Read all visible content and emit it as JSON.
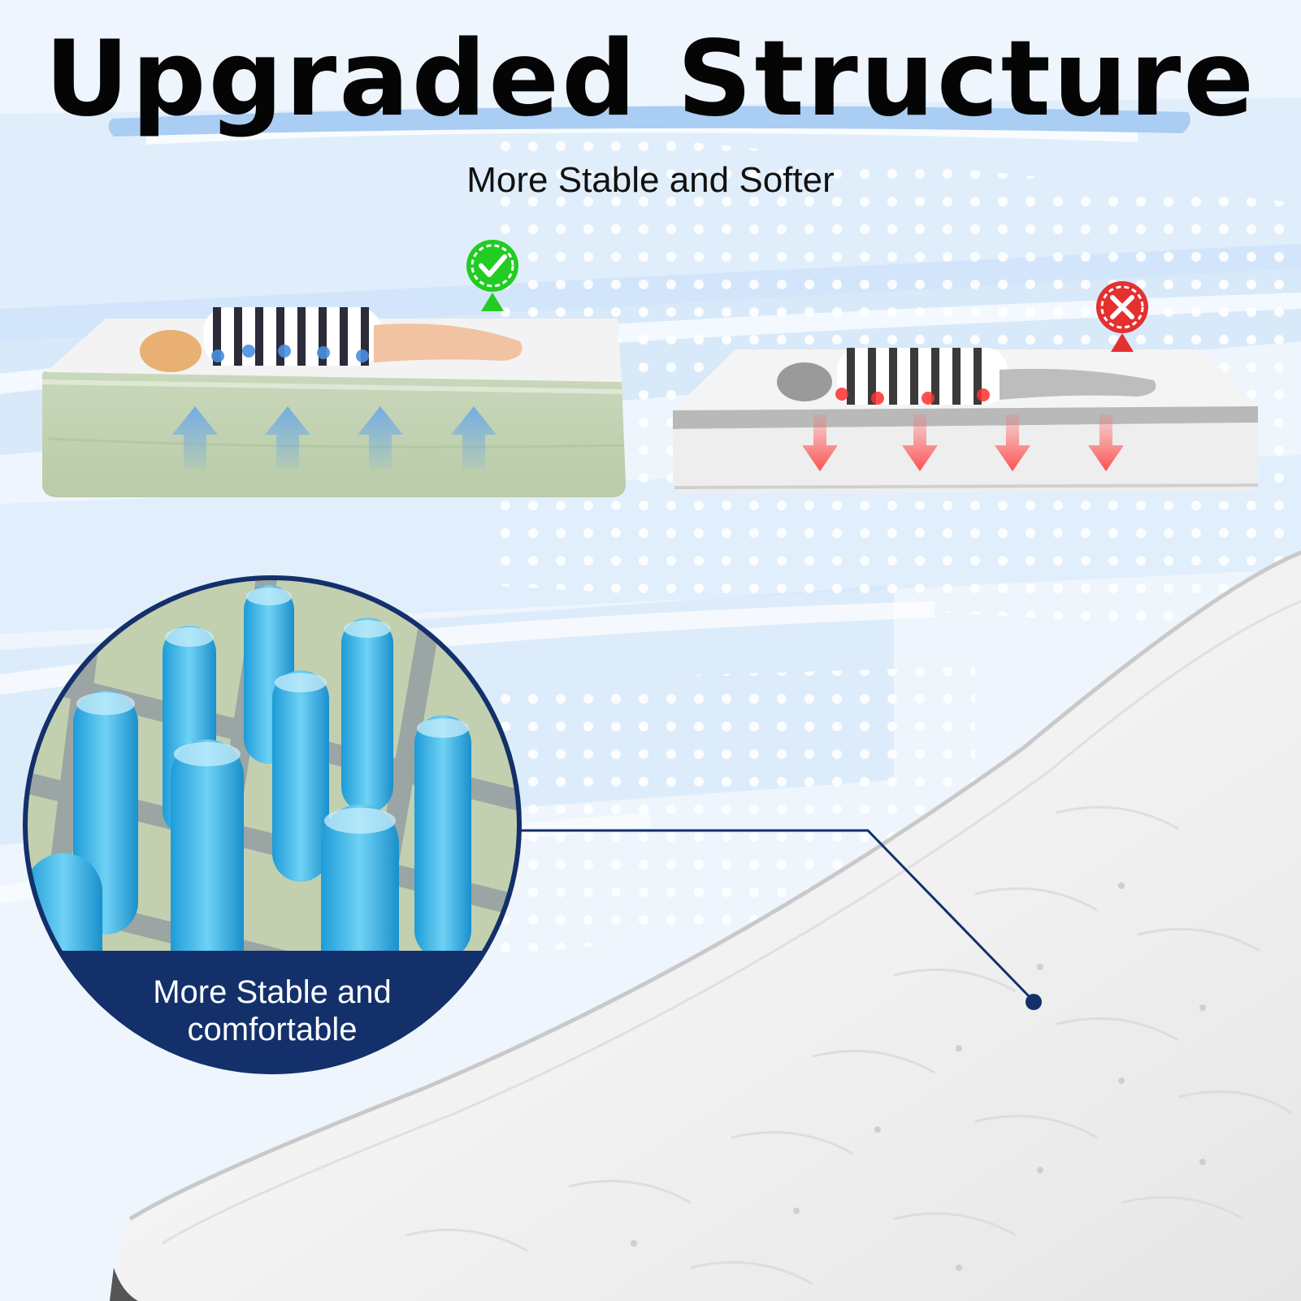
{
  "header": {
    "title": "Upgraded Structure",
    "subtitle": "More Stable and Softer"
  },
  "comparison": {
    "good_marker_icon": "check-icon",
    "bad_marker_icon": "x-icon",
    "good_color": "#22cc22",
    "bad_color": "#e53030"
  },
  "detail": {
    "caption": "More Stable and comfortable",
    "caption_bg": "#13306a",
    "chamber_color": "#35b6e8"
  }
}
